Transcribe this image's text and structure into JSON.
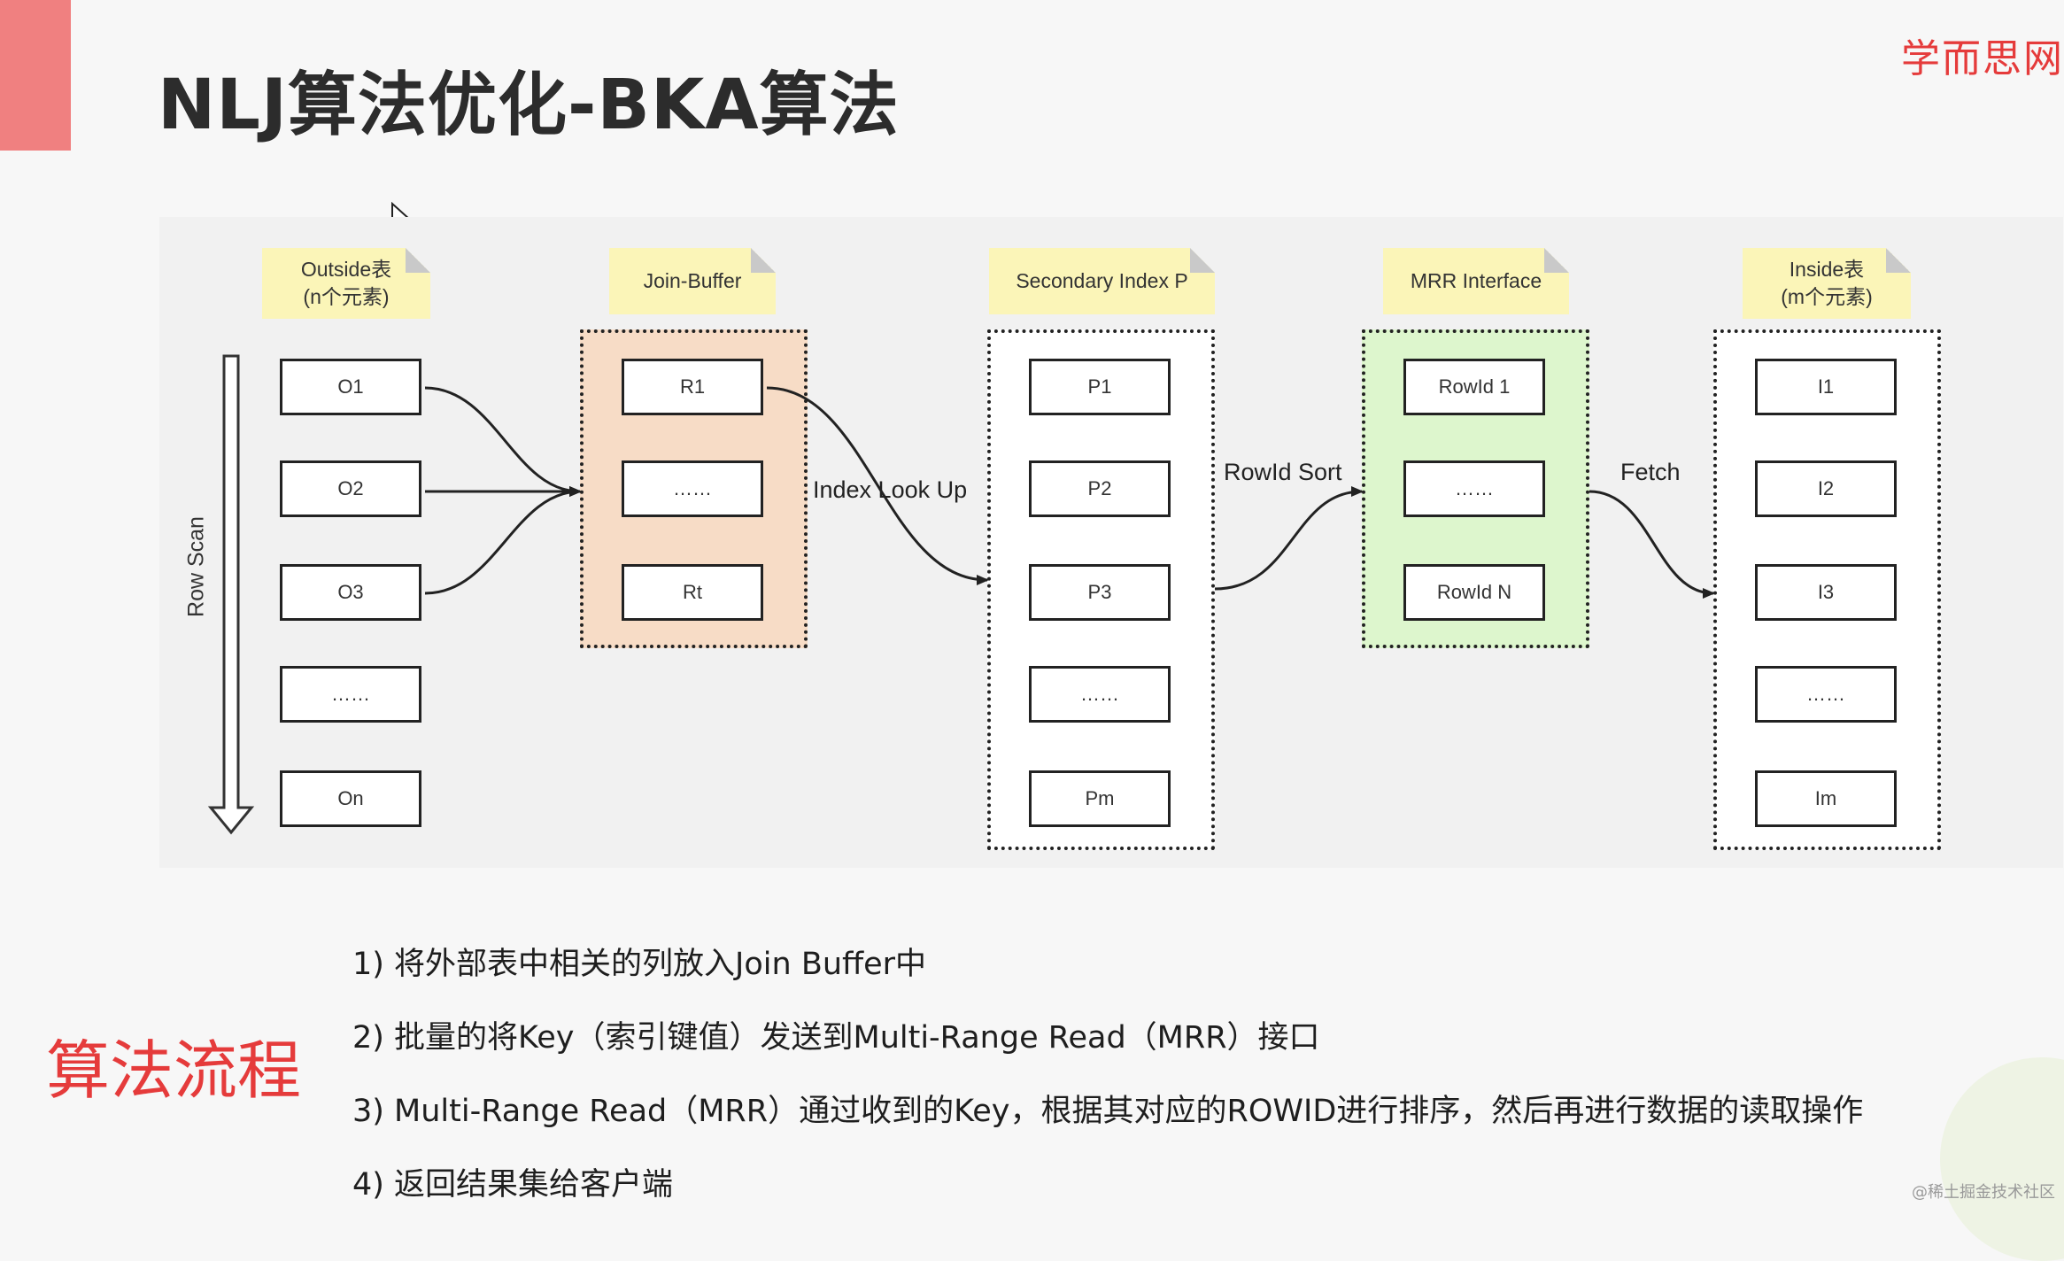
{
  "header": {
    "title": "NLJ算法优化-BKA算法",
    "logo_text": "学而思网"
  },
  "diagram": {
    "row_scan_label": "Row Scan",
    "notes": {
      "outside": "Outside表\n(n个元素)",
      "join_buffer": "Join-Buffer",
      "secondary_index": "Secondary Index P",
      "mrr": "MRR Interface",
      "inside": "Inside表\n(m个元素)"
    },
    "outside_cells": [
      "O1",
      "O2",
      "O3",
      "……",
      "On"
    ],
    "join_buffer_cells": [
      "R1",
      "……",
      "Rt"
    ],
    "secondary_cells": [
      "P1",
      "P2",
      "P3",
      "……",
      "Pm"
    ],
    "mrr_cells": [
      "RowId 1",
      "……",
      "RowId N"
    ],
    "inside_cells": [
      "I1",
      "I2",
      "I3",
      "……",
      "Im"
    ],
    "edge_labels": {
      "index_lookup": "Index Look Up",
      "rowid_sort": "RowId Sort",
      "fetch": "Fetch"
    },
    "colors": {
      "join_buffer_fill": "#f7dcc6",
      "mrr_fill": "#ddf6cd",
      "note_fill": "#fbf5b8"
    }
  },
  "steps": {
    "title": "算法流程",
    "items": [
      "1) 将外部表中相关的列放入Join Buffer中",
      "2) 批量的将Key（索引键值）发送到Multi-Range Read（MRR）接口",
      "3) Multi-Range Read（MRR）通过收到的Key，根据其对应的ROWID进行排序，然后再进行数据的读取操作",
      "4) 返回结果集给客户端"
    ]
  },
  "watermark": "@稀土掘金技术社区"
}
